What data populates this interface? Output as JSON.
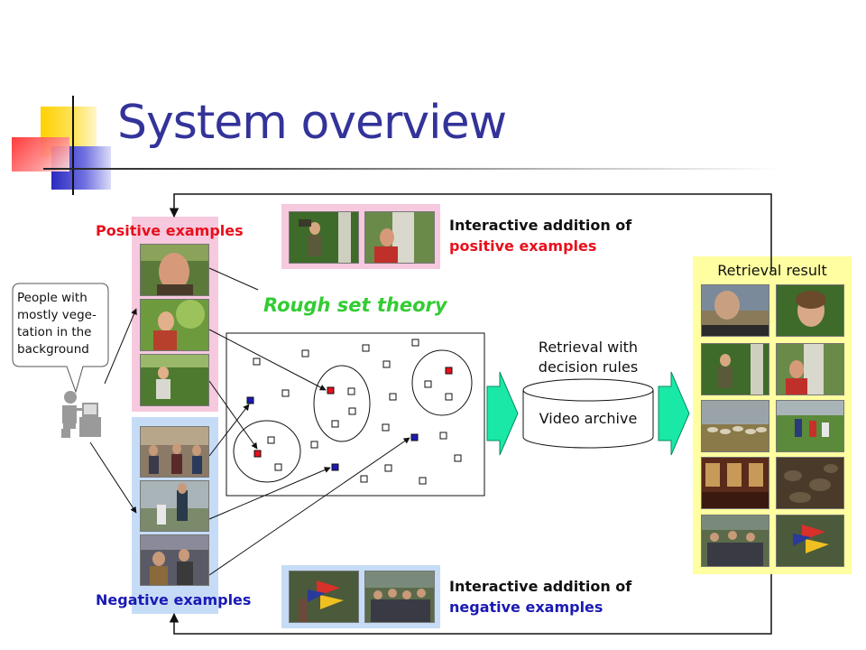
{
  "title": "System overview",
  "query_bubble": [
    "People with",
    "mostly vege-",
    "tation in the",
    "background"
  ],
  "positive_label": "Positive examples",
  "negative_label": "Negative examples",
  "rough_set_label": "Rough set theory",
  "retrieval_label": [
    "Retrieval with",
    "decision rules"
  ],
  "video_archive_label": "Video archive",
  "retrieval_result_label": "Retrieval result",
  "interactive_pos": {
    "line1": "Interactive addition of",
    "line2": "positive examples"
  },
  "interactive_neg": {
    "line1": "Interactive addition of",
    "line2": "negative examples"
  },
  "colors": {
    "title": "#33339a",
    "positive": "#e8101c",
    "negative": "#1a1ab4",
    "rough_set": "#33cc33",
    "pink_panel": "#f6c9de",
    "blue_panel": "#c6dcf6",
    "yellow_panel": "#fffea0",
    "arrow_fill": "#19e8a6"
  }
}
